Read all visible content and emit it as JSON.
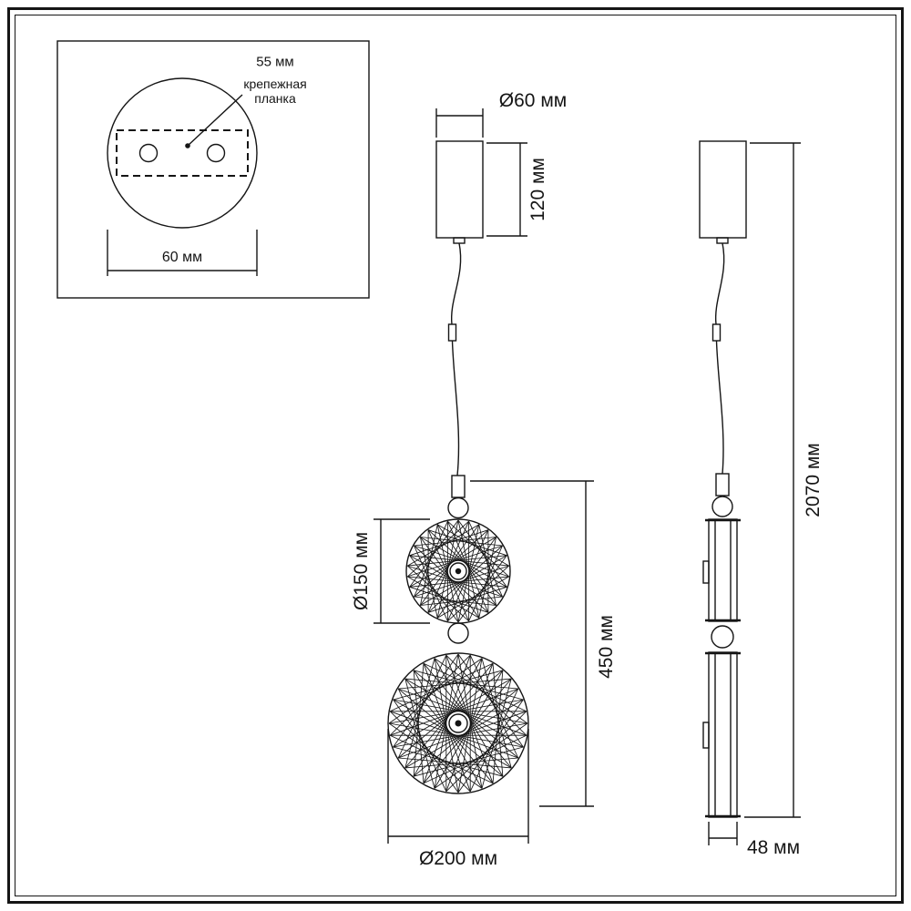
{
  "colors": {
    "line": "#151515",
    "background": "#ffffff"
  },
  "inset": {
    "dim_55": "55 мм",
    "plate_line1": "крепежная",
    "plate_line2": "планка",
    "dim_60": "60 мм"
  },
  "front": {
    "dia_canopy": "Ø60 мм",
    "canopy_height": "120 мм",
    "dia_upper_disc": "Ø150 мм",
    "body_height": "450 мм",
    "dia_lower_disc": "Ø200 мм"
  },
  "side": {
    "total_height": "2070 мм",
    "width": "48 мм"
  }
}
